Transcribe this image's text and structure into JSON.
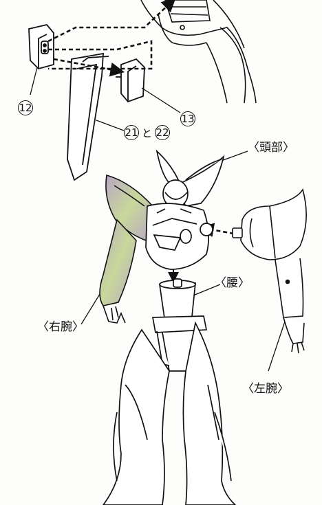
{
  "parts": {
    "part_12": "12",
    "part_13": "13",
    "part_21": "21",
    "conjunction": "と",
    "part_22": "22"
  },
  "labels": {
    "head": "〈頭部〉",
    "waist": "〈腰〉",
    "right_arm": "〈右腕〉",
    "left_arm": "〈左腕〉"
  },
  "colors": {
    "line": "#111111",
    "highlight": "#b9a6c6",
    "highlight_alt": "#c8d89a"
  }
}
